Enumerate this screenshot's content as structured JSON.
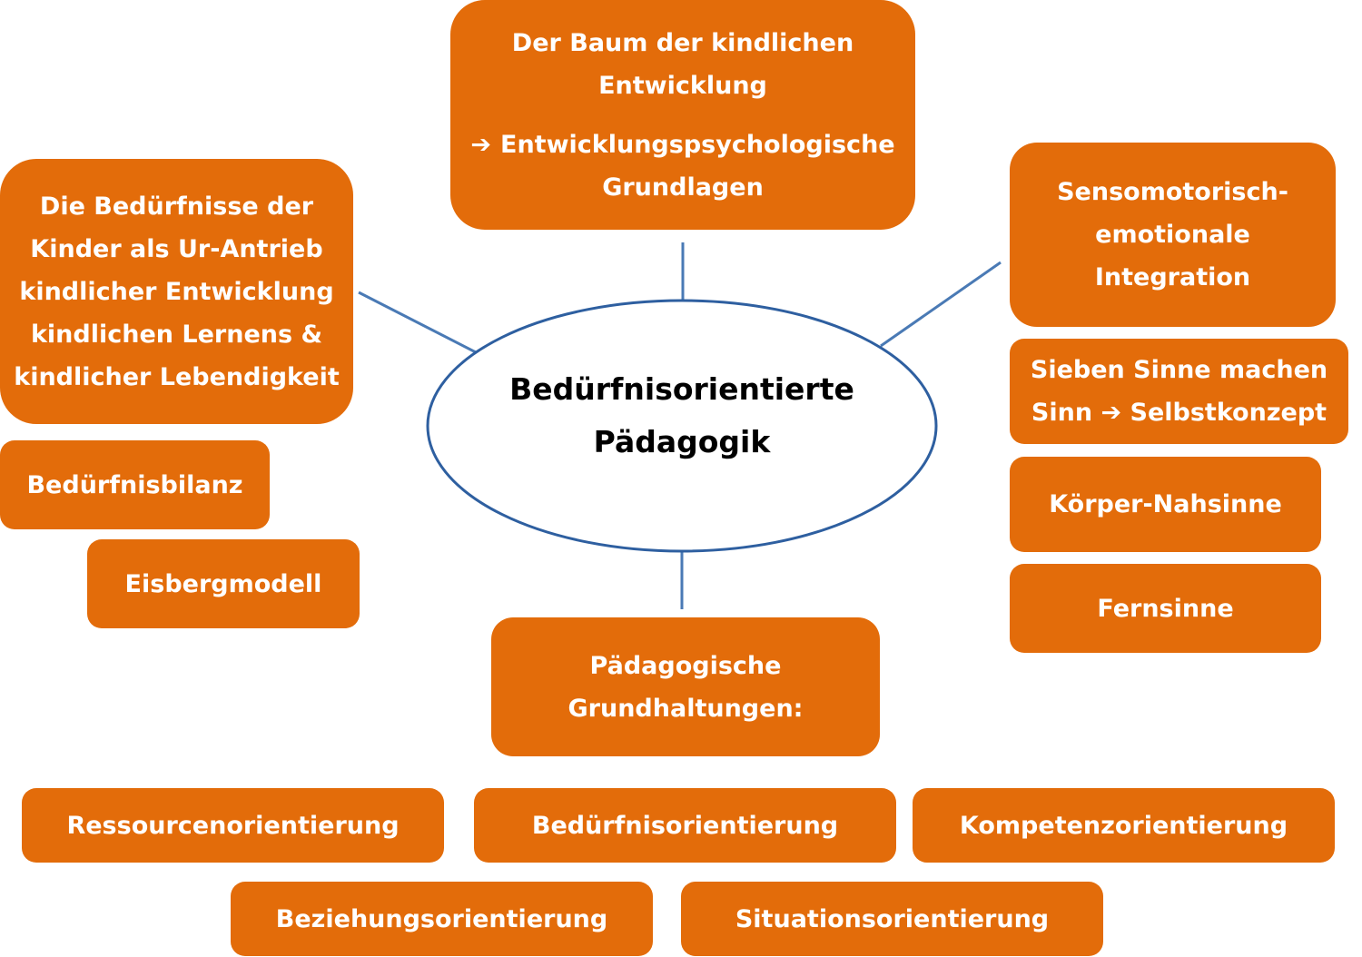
{
  "colors": {
    "box_fill": "#e36c0a",
    "box_text": "#ffffff",
    "ellipse_stroke": "#2e5fa0",
    "connector": "#4a7ab5",
    "center_text": "#000000"
  },
  "center": {
    "line1": "Bedürfnisorientierte",
    "line2": "Pädagogik"
  },
  "top_box": {
    "line1": "Der Baum der kindlichen",
    "line2": "Entwicklung",
    "arrow_icon": "arrow-right-icon",
    "line3": "Entwicklungspsychologische",
    "line4": "Grundlagen"
  },
  "left_box": {
    "line1": "Die Bedürfnisse der",
    "line2": "Kinder als Ur-Antrieb",
    "line3": "kindlicher Entwicklung",
    "line4": "kindlichen Lernens &",
    "line5": "kindlicher Lebendigkeit"
  },
  "left_sub": {
    "bilanz": "Bedürfnisbilanz",
    "eisberg": "Eisbergmodell"
  },
  "right_box": {
    "line1": "Sensomotorisch-",
    "line2": "emotionale",
    "line3": "Integration"
  },
  "right_sub": {
    "sieben_line1": "Sieben Sinne machen",
    "sieben_line2_a": "Sinn",
    "sieben_arrow_icon": "arrow-right-icon",
    "sieben_line2_b": "Selbstkonzept",
    "koerper": "Körper-Nahsinne",
    "fern": "Fernsinne"
  },
  "bottom_box": {
    "line1": "Pädagogische",
    "line2": "Grundhaltungen:"
  },
  "orientations": {
    "ressourcen": "Ressourcenorientierung",
    "beduerfnis": "Bedürfnisorientierung",
    "kompetenz": "Kompetenzorientierung",
    "beziehung": "Beziehungsorientierung",
    "situation": "Situationsorientierung"
  }
}
